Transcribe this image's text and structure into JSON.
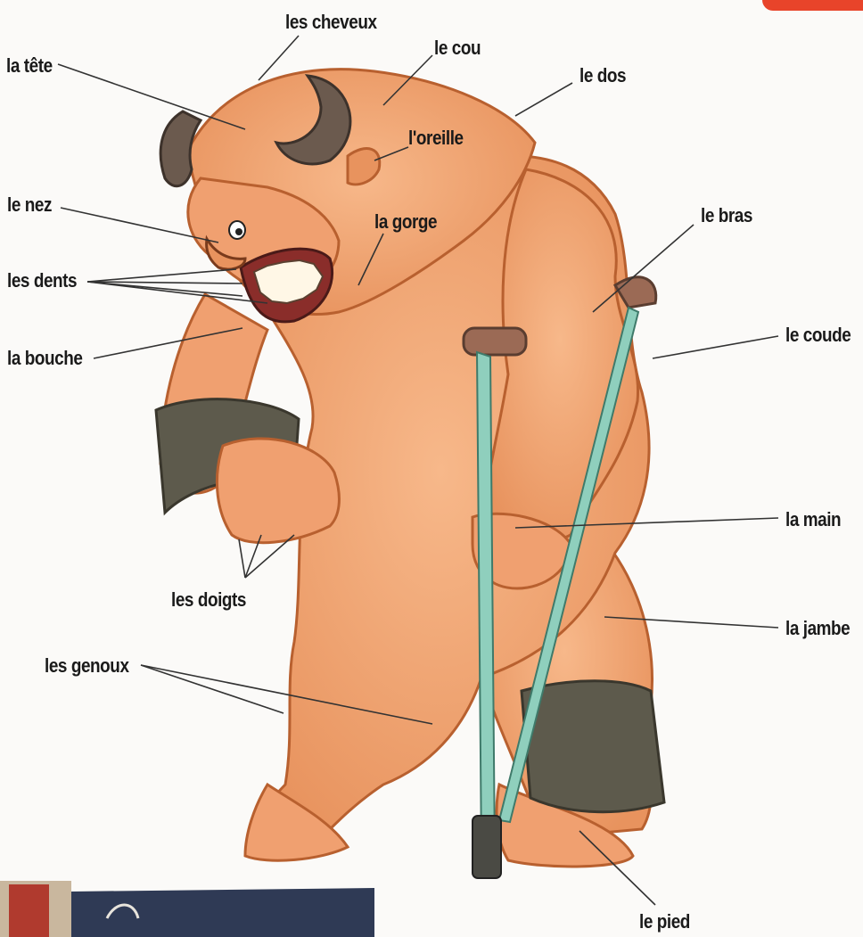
{
  "labels": {
    "cheveux": "les cheveux",
    "tete": "la tête",
    "cou": "le cou",
    "dos": "le dos",
    "oreille": "l'oreille",
    "nez": "le nez",
    "gorge": "la gorge",
    "bras": "le bras",
    "dents": "les dents",
    "bouche": "la bouche",
    "coude": "le coude",
    "main": "la main",
    "doigts": "les doigts",
    "jambe": "la jambe",
    "genoux": "les genoux",
    "pied": "le pied"
  },
  "colors": {
    "skin": "#f0a070",
    "skin_shadow": "#d97f4e",
    "fur_outline": "#b8602f",
    "horn": "#6b5a4e",
    "bandage": "#5d5a4c",
    "crutch": "#8fcfbd",
    "crutch_pad": "#9b6a55",
    "accent": "#e8442a"
  }
}
